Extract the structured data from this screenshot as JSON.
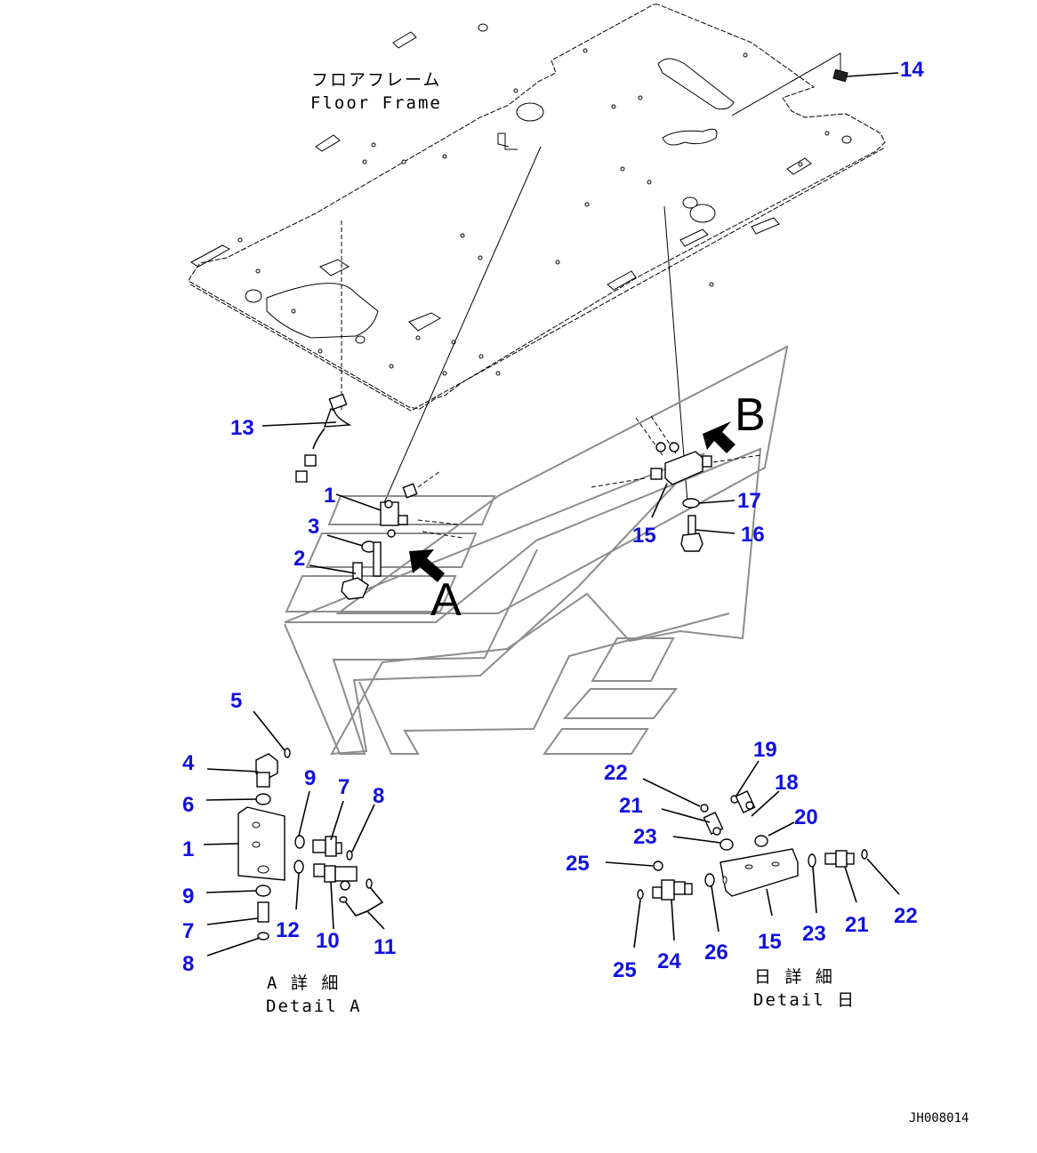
{
  "title": {
    "japanese": "フロアフレーム",
    "english": "Floor Frame"
  },
  "view_letters": {
    "a": "A",
    "b": "B"
  },
  "callouts": {
    "top": [
      {
        "id": "c14",
        "label": "14"
      },
      {
        "id": "c13",
        "label": "13"
      },
      {
        "id": "c1",
        "label": "1"
      },
      {
        "id": "c3",
        "label": "3"
      },
      {
        "id": "c2",
        "label": "2"
      },
      {
        "id": "c15",
        "label": "15"
      },
      {
        "id": "c17",
        "label": "17"
      },
      {
        "id": "c16",
        "label": "16"
      }
    ],
    "detail_a": [
      {
        "id": "a5",
        "label": "5"
      },
      {
        "id": "a4",
        "label": "4"
      },
      {
        "id": "a6",
        "label": "6"
      },
      {
        "id": "a1",
        "label": "1"
      },
      {
        "id": "a9a",
        "label": "9"
      },
      {
        "id": "a7a",
        "label": "7"
      },
      {
        "id": "a8a",
        "label": "8"
      },
      {
        "id": "a9b",
        "label": "9"
      },
      {
        "id": "a7b",
        "label": "7"
      },
      {
        "id": "a8b",
        "label": "8"
      },
      {
        "id": "a12",
        "label": "12"
      },
      {
        "id": "a10",
        "label": "10"
      },
      {
        "id": "a11",
        "label": "11"
      }
    ],
    "detail_b": [
      {
        "id": "b19",
        "label": "19"
      },
      {
        "id": "b22a",
        "label": "22"
      },
      {
        "id": "b18",
        "label": "18"
      },
      {
        "id": "b21a",
        "label": "21"
      },
      {
        "id": "b20",
        "label": "20"
      },
      {
        "id": "b23a",
        "label": "23"
      },
      {
        "id": "b25a",
        "label": "25"
      },
      {
        "id": "b25b",
        "label": "25"
      },
      {
        "id": "b24",
        "label": "24"
      },
      {
        "id": "b26",
        "label": "26"
      },
      {
        "id": "b15",
        "label": "15"
      },
      {
        "id": "b23b",
        "label": "23"
      },
      {
        "id": "b21b",
        "label": "21"
      },
      {
        "id": "b22b",
        "label": "22"
      }
    ]
  },
  "detail_captions": {
    "a": {
      "japanese": "A 詳 細",
      "english": "Detail A"
    },
    "b": {
      "japanese": "日 詳 細",
      "english": "Detail 日"
    }
  },
  "drawing_id": "JH008014",
  "colors": {
    "callout": "#1010e0",
    "line": "#000000",
    "panel": "#8c8c8c"
  }
}
